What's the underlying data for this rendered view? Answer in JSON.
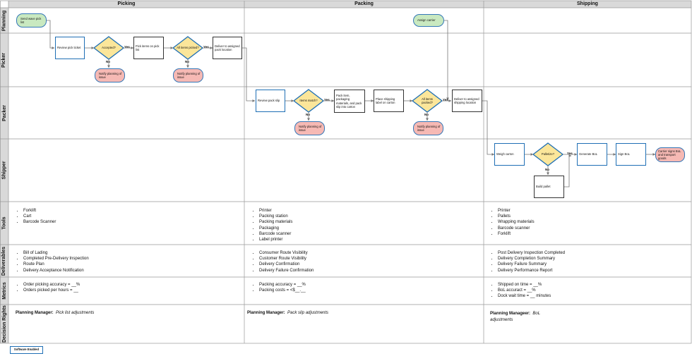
{
  "columns": [
    "Picking",
    "Packing",
    "Shipping"
  ],
  "lanes": [
    "Planning",
    "Picker",
    "Packer",
    "Shipper",
    "Tools",
    "Deliverables",
    "Metrics",
    "Decision Rights"
  ],
  "nodes": {
    "send_wave": "Send wave pick list",
    "assign_carrier": "Assign carrier",
    "review_pick": "Review pick ticket",
    "accepted": "Accepted?",
    "pick_items": "Pick items on pick list",
    "all_picked": "All items picked?",
    "deliver_pack": "Deliver to assigned pack location",
    "notify_pick1": "Notify planning of issue",
    "notify_pick2": "Notify planning of issue",
    "review_pack": "Review pack slip",
    "items_match": "Items match?",
    "pack_item": "Pack item, packaging materials, and pack slip into carton",
    "place_label": "Place shipping label on carton",
    "all_packed": "All items packed?",
    "deliver_ship": "Deliver to assigned shipping location",
    "notify_pack1": "Notify planning of issue",
    "notify_pack2": "Notify planning of issue",
    "weigh": "Weigh carton",
    "palletize": "Palletize?",
    "generate_bol": "Generate BoL",
    "sign_bol": "Sign BoL",
    "carrier_signs": "Carrier signs BoL and transport goods",
    "build_pallet": "Build pallet"
  },
  "yes_label": "Yes",
  "no_label": "No",
  "tools": [
    [
      "Forklift",
      "Cart",
      "Barcode Scanner"
    ],
    [
      "Printer",
      "Packing station",
      "Packing materials",
      "Packaging",
      "Barcode scanner",
      "Label printer"
    ],
    [
      "Printer",
      "Pallets",
      "Wrapping materials",
      "Barcode scanner",
      "Forklift"
    ]
  ],
  "deliverables": [
    [
      "Bill of Lading",
      "Completed Pre-Delivery Inspection",
      "Route Plan",
      "Delivery Acceptance Notification"
    ],
    [
      "Consumer Route Visibility",
      "Customer Route Visibility",
      "Delivery Confirmation",
      "Delivery Failure Confirmation"
    ],
    [
      "Post Delivery Inspection Completed",
      "Delivery Completion Summary",
      "Delivery Failure Summary",
      "Delivery Performance Report"
    ]
  ],
  "metrics": [
    [
      "Order picking accuracy = __%",
      "Orders picked per hours = __"
    ],
    [
      "Packing accuracy = __%",
      "Packing costs = <$__.__"
    ],
    [
      "Shipped on time = __%",
      "BoL accuract = __%",
      "Dock wait time = __ minutes"
    ]
  ],
  "decision_rights": [
    {
      "role": "Planning Manager:",
      "text": "Pick list adjustments"
    },
    {
      "role": "Planning Manager:",
      "text": "Pack slip adjustments"
    },
    {
      "role": "Planning Manageer:",
      "text": "BoL adjustments"
    }
  ],
  "legend": "Software Enabled",
  "colors": {
    "start": "#c9e9c0",
    "issue": "#f6b9b4",
    "decision": "#fbe69a",
    "software_border": "#1f6fb5",
    "header": "#d9d9d9"
  }
}
